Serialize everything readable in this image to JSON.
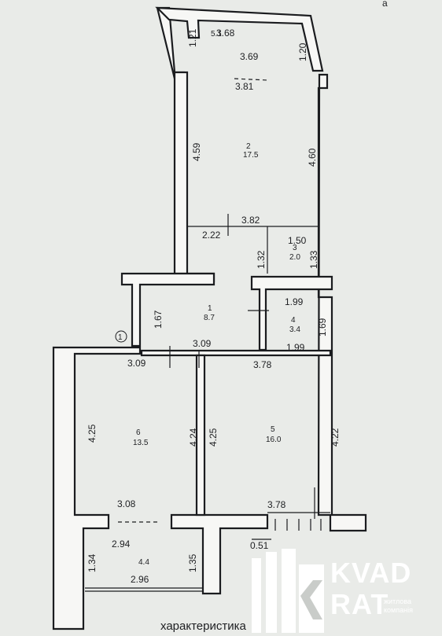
{
  "corner_text": "a",
  "rooms": [
    {
      "id": "r1",
      "number": "1",
      "area": "8.7"
    },
    {
      "id": "r2",
      "number": "2",
      "area": "17.5"
    },
    {
      "id": "r3",
      "number": "3",
      "area": "2.0"
    },
    {
      "id": "r4",
      "number": "4",
      "area": "3.4"
    },
    {
      "id": "r5",
      "number": "5",
      "area": "16.0"
    },
    {
      "id": "r6",
      "number": "6",
      "area": "13.5"
    },
    {
      "id": "r51",
      "number": "5.1",
      "area": ""
    },
    {
      "id": "r44",
      "number": "4.4",
      "area": ""
    }
  ],
  "dimensions": {
    "d368": "3.68",
    "d121": "1.21",
    "d369": "3.69",
    "d120": "1.20",
    "d381": "3.81",
    "d459": "4.59",
    "d460": "4.60",
    "d382": "3.82",
    "d222": "2.22",
    "d150": "1.50",
    "d132": "1.32",
    "d133": "1.33",
    "d199a": "1.99",
    "d169": "1.69",
    "d167": "1.67",
    "d309a": "3.09",
    "d199b": "1.99",
    "d309b": "3.09",
    "d378a": "3.78",
    "d425a": "4.25",
    "d424": "4.24",
    "d425b": "4.25",
    "d422": "4.22",
    "d308": "3.08",
    "d378b": "3.78",
    "d051": "0.51",
    "d294": "2.94",
    "d134": "1.34",
    "d135": "1.35",
    "d296": "2.96"
  },
  "entrance_marker": "1",
  "logo": {
    "line1": "KVAD",
    "line2": "RAT",
    "sub1": "житлова",
    "sub2": "компанія"
  },
  "caption": "характеристика"
}
